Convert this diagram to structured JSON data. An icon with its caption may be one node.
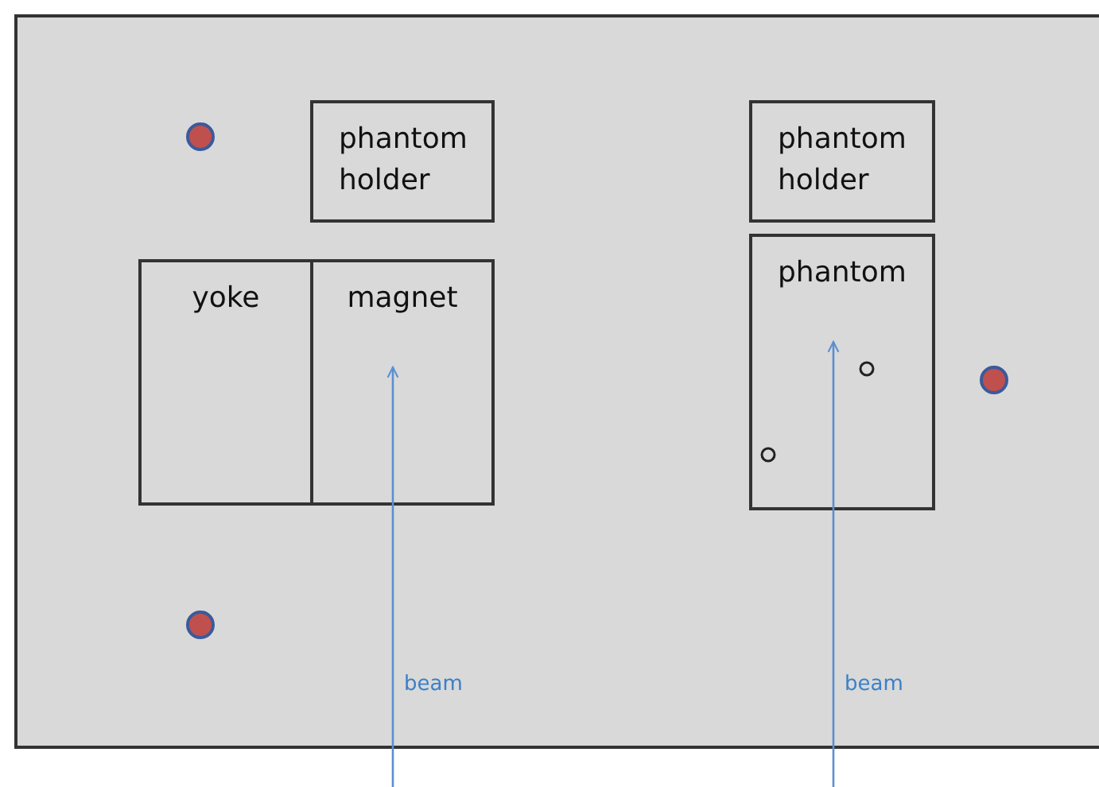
{
  "diagram": {
    "nodes": [
      {
        "text": [
          "phantom holder"
        ]
      },
      {
        "text": [
          "yoke"
        ]
      },
      {
        "text": [
          "magnet"
        ]
      },
      {
        "text": [
          "phantom holder"
        ]
      },
      {
        "text": [
          "phantom"
        ]
      }
    ],
    "edges": [
      {
        "from": null,
        "to": 2,
        "arrow": "to",
        "label": "beam"
      },
      {
        "from": null,
        "to": 4,
        "arrow": "to",
        "label": "beam"
      }
    ]
  }
}
